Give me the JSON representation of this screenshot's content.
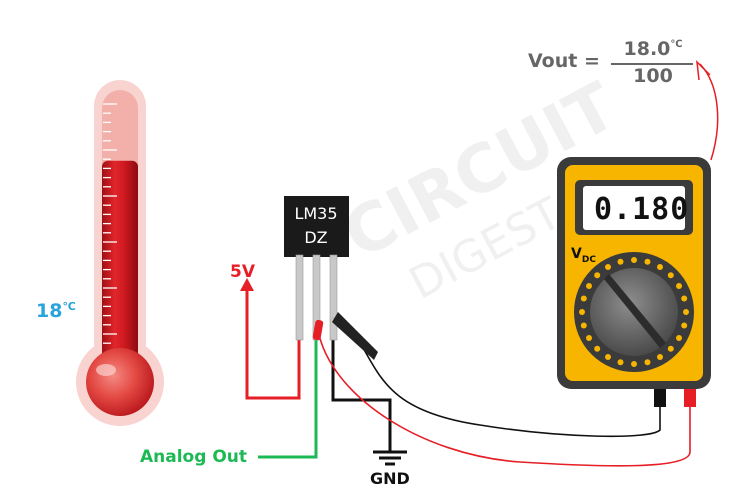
{
  "thermometer": {
    "reading_value": "18",
    "reading_unit": "℃",
    "fill_fraction": 0.76
  },
  "sensor": {
    "line1": "LM35",
    "line2": "DZ"
  },
  "labels": {
    "supply": "5V",
    "analog_out": "Analog Out",
    "ground": "GND"
  },
  "equation": {
    "lhs": "Vout",
    "equals": "=",
    "numerator_value": "18.0",
    "numerator_unit": "℃",
    "denominator": "100"
  },
  "multimeter": {
    "display": "0.180",
    "mode_main": "V",
    "mode_sub": "DC"
  },
  "watermark": {
    "line1": "CIRCUIT",
    "line2": "DIGEST"
  },
  "colors": {
    "thermo_red": "#c4161c",
    "thermo_glass": "#f6c2be",
    "label_blue": "#29a3dd",
    "supply_red": "#e61e25",
    "analog_green": "#1db954",
    "meter_yellow": "#f7b500",
    "meter_body": "#3b3b3b",
    "arrow_red": "#e61e25"
  }
}
